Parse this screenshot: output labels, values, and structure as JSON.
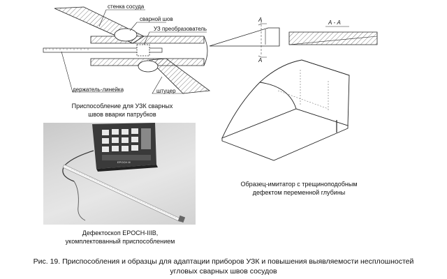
{
  "fixture": {
    "labels": {
      "vessel_wall": "стенка сосуда",
      "weld": "сварной шов",
      "transducer": "УЗ  преобразователь",
      "ruler_holder": "держатель-линейка",
      "nozzle": "штуцер"
    },
    "caption_line1": "Приспособление для УЗК сварных",
    "caption_line2": "швов вварки патрубков"
  },
  "section": {
    "marker_top": "А",
    "marker_bottom": "А",
    "section_label": "А - А"
  },
  "specimen": {
    "caption_line1": "Образец-имитатор с трещиноподобным",
    "caption_line2": "дефектом переменной глубины"
  },
  "photo": {
    "device_text": "EPOCH III",
    "caption_line1": "Дефектоскоп EPOCH-IIIB,",
    "caption_line2": "укомплектованный приспособлением"
  },
  "figure_caption": {
    "line1": "Рис. 19. Приспособления и образцы для адаптации приборов УЗК и повышения выявляемости несплошностей",
    "line2": "угловых сварных швов сосудов"
  }
}
